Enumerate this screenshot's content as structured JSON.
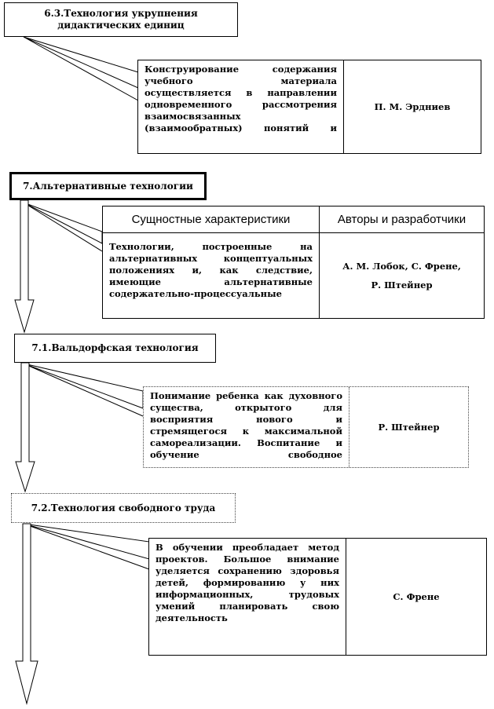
{
  "blocks": {
    "b63": {
      "title": "6.3.Технология укрупнения дидактических единиц",
      "description": "Конструирование содержания учебного материала осуществляется в направлении одновременного рассмотрения взаимосвязанных (взаимообратных) понятий и",
      "author": "П. М. Эрдниев"
    },
    "b7": {
      "title": "7.Альтернативные технологии",
      "col_header_characteristics": "Сущностные характеристики",
      "col_header_authors": "Авторы и разработчики",
      "description": "Технологии, построенные на альтернативных концептуальных положениях и, как следствие, имеющие альтернативные содержательно-процессуальные",
      "authors_line1": "А. М. Лобок, С. Френе,",
      "authors_line2": "Р. Штейнер"
    },
    "b71": {
      "title": "7.1.Вальдорфская технология",
      "description": "Понимание ребенка как духовного существа, открытого для восприятия нового и стремящегося к максимальной самореализации. Воспитание и обучение свободное",
      "author": "Р. Штейнер"
    },
    "b72": {
      "title": "7.2.Технология свободного труда",
      "description": "В обучении преобладает метод проектов. Большое внимание уделяется сохранению здоровья детей, формированию у них информационных, трудовых умений планировать свою деятельность",
      "author": "С. Френе"
    }
  }
}
